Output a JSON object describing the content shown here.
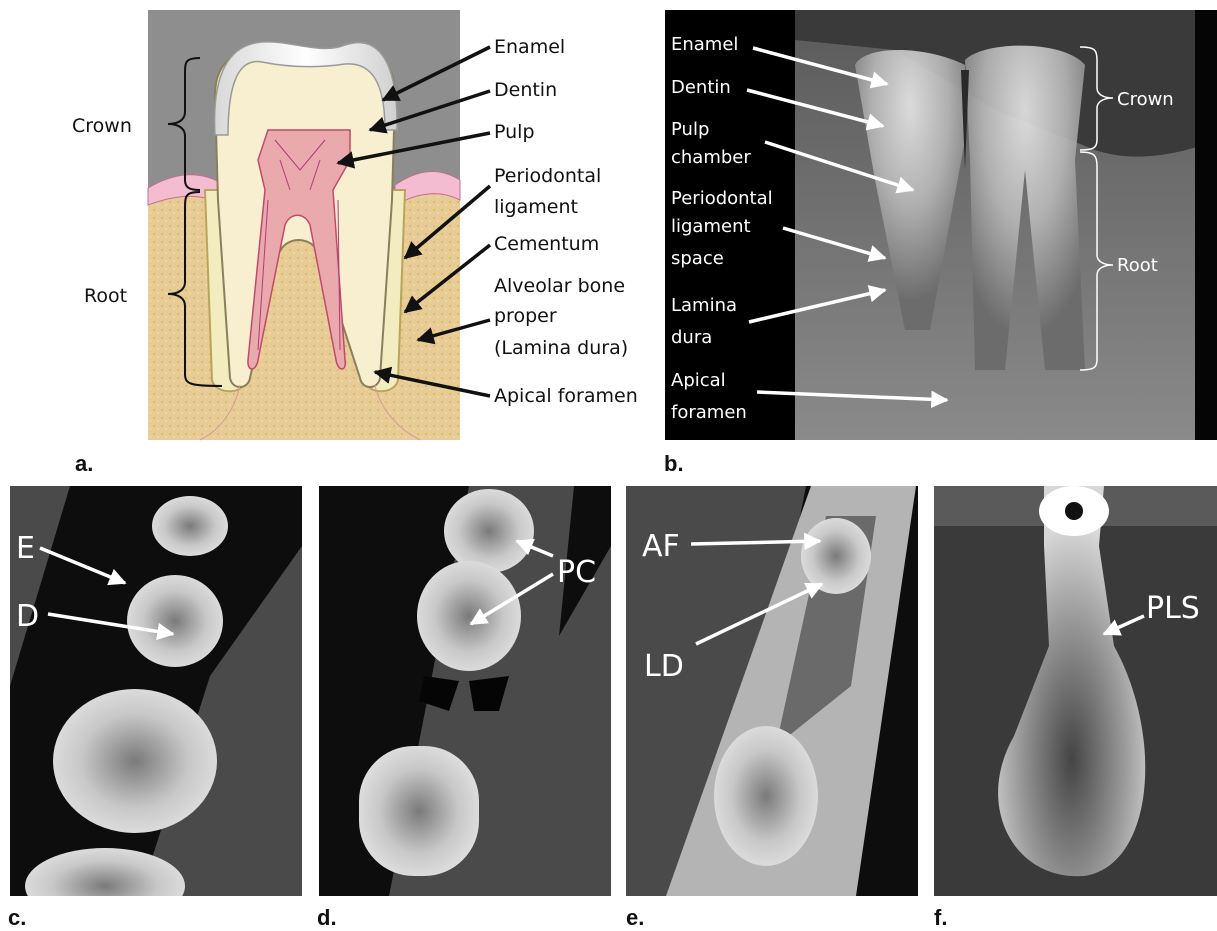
{
  "panel_labels": {
    "a": "a.",
    "b": "b.",
    "c": "c.",
    "d": "d.",
    "e": "e.",
    "f": "f."
  },
  "diagram": {
    "groups": {
      "crown": "Crown",
      "root": "Root"
    },
    "structures": {
      "enamel": "Enamel",
      "dentin": "Dentin",
      "pulp": "Pulp",
      "pdl_line1": "Periodontal",
      "pdl_line2": "ligament",
      "cementum": "Cementum",
      "bone_line1": "Alveolar bone",
      "bone_line2": "proper",
      "bone_line3": "(Lamina dura)",
      "apical": "Apical foramen"
    }
  },
  "radiograph": {
    "structures": {
      "enamel": "Enamel",
      "dentin": "Dentin",
      "pulp_line1": "Pulp",
      "pulp_line2": "chamber",
      "pls_line1": "Periodontal",
      "pls_line2": "ligament",
      "pls_line3": "space",
      "ld_line1": "Lamina",
      "ld_line2": "dura",
      "af_line1": "Apical",
      "af_line2": "foramen"
    },
    "groups": {
      "crown": "Crown",
      "root": "Root"
    }
  },
  "ct": {
    "c": [
      "E",
      "D"
    ],
    "d": [
      "PC"
    ],
    "e": [
      "AF",
      "LD"
    ],
    "f": [
      "PLS"
    ]
  }
}
